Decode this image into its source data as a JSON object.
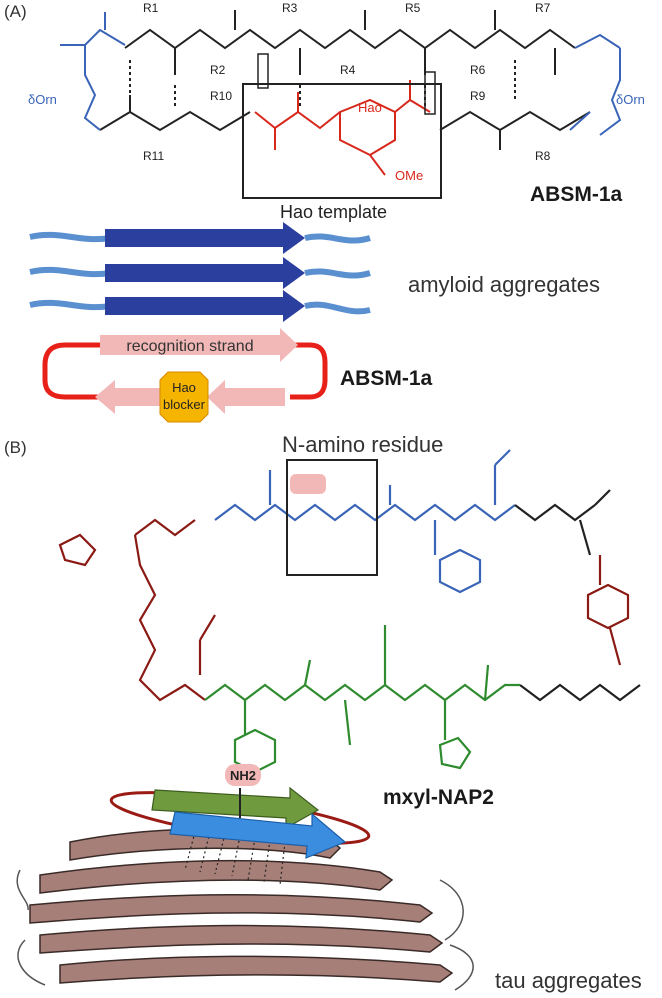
{
  "panel_a": {
    "tag": "(A)",
    "compound_name": "ABSM-1a",
    "template_label": "Hao template",
    "hao_label": "Hao",
    "ome_label": "OMe",
    "orn_left": "δOrn",
    "orn_right": "δOrn",
    "amyloid_label": "amyloid aggregates",
    "recognition_label": "recognition strand",
    "blocker_line1": "Hao",
    "blocker_line2": "blocker",
    "schematic_name": "ABSM-1a",
    "r_groups_top": [
      "R1",
      "R3",
      "R5",
      "R7"
    ],
    "r_groups_mid_top": [
      "R2",
      "R4",
      "R6"
    ],
    "r_groups_mid_bottom": [
      "R10",
      "R9"
    ],
    "r_groups_bottom": [
      "R11",
      "R8"
    ]
  },
  "panel_b": {
    "tag": "(B)",
    "n_amino_label": "N-amino residue",
    "compound_name": "mxyl-NAP2",
    "tau_label": "tau aggregates",
    "nh2_badge": "NH2"
  },
  "colors": {
    "blue_chem": "#3a64b8",
    "red_chem": "#d8281c",
    "dark_red": "#8b1a14",
    "green_chem": "#2e8b2e",
    "strand_dark": "#2b3f9e",
    "strand_light": "#5a8fd0",
    "pink": "#f2b8b8",
    "orange": "#f5b400",
    "tau_brown": "#a67f78"
  }
}
